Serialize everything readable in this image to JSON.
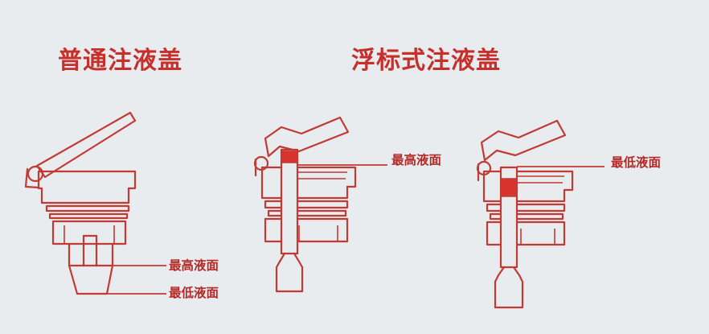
{
  "diagram": {
    "left_panel": {
      "title": "普通注液盖",
      "labels": {
        "max_level": "最高液面",
        "min_level": "最低液面"
      }
    },
    "right_panel": {
      "title": "浮标式注液盖",
      "labels": {
        "max_level": "最高液面",
        "min_level": "最低液面"
      }
    },
    "colors": {
      "line": "#c23a34",
      "indicator_fill": "#d8342d",
      "title_text": "#c62f2a",
      "background": "#e9ecef"
    }
  }
}
